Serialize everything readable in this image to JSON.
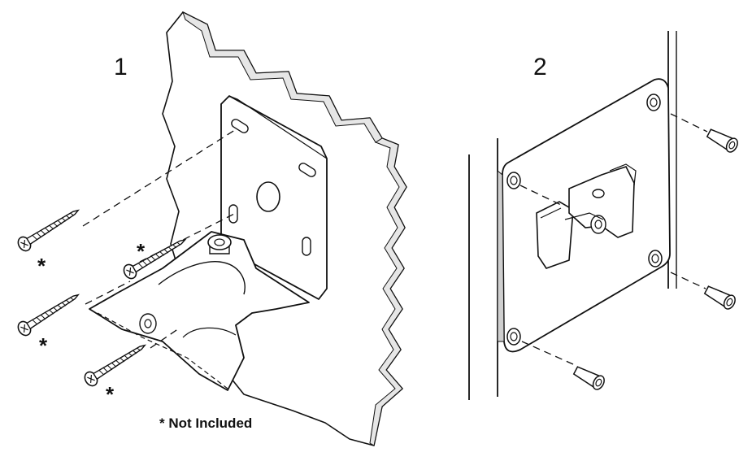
{
  "steps": [
    {
      "number": "1"
    },
    {
      "number": "2"
    }
  ],
  "asterisk": "*",
  "legend": {
    "text": "* Not Included"
  },
  "colors": {
    "stroke": "#111111",
    "shade": "#dcdcdc",
    "background": "#ffffff"
  },
  "icons": [
    "screw-icon",
    "bracket-icon",
    "wall-plate-icon",
    "asterisk-icon"
  ]
}
